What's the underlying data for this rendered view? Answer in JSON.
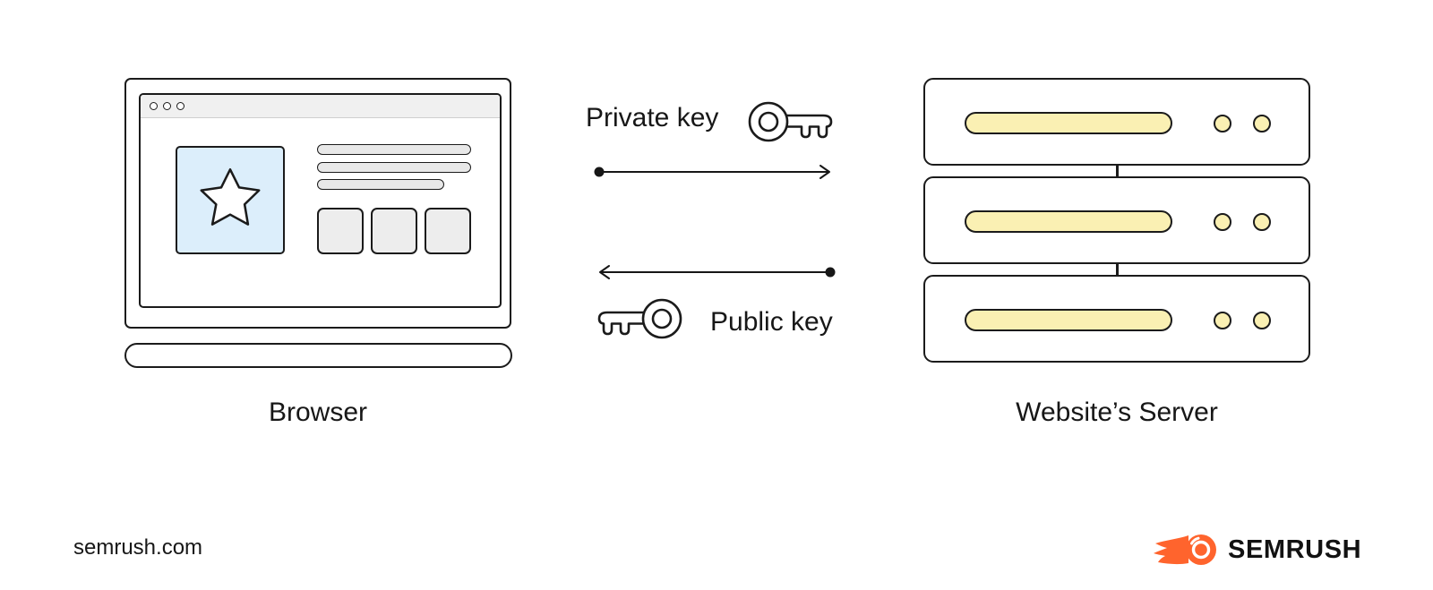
{
  "diagram": {
    "browser_caption": "Browser",
    "server_caption": "Website’s Server",
    "private_key_label": "Private key",
    "public_key_label": "Public key"
  },
  "footer": {
    "site": "semrush.com",
    "brand": "SEMRUSH"
  },
  "colors": {
    "outline": "#1b1b1b",
    "hero_blue": "#dceefb",
    "titlebar_gray": "#f0f0f0",
    "placeholder_gray": "#e8e8e8",
    "server_yellow": "#faf0b3",
    "brand_orange": "#ff642d",
    "text": "#171717"
  },
  "icons": {
    "window_controls": "three-circles",
    "star": "rounded-five-point-star",
    "private_key": "key-facing-right",
    "public_key": "key-facing-left",
    "arrow_right": "dot-to-arrowhead-right",
    "arrow_left": "dot-to-arrowhead-left",
    "brand_flame": "semrush-comet-flame"
  }
}
